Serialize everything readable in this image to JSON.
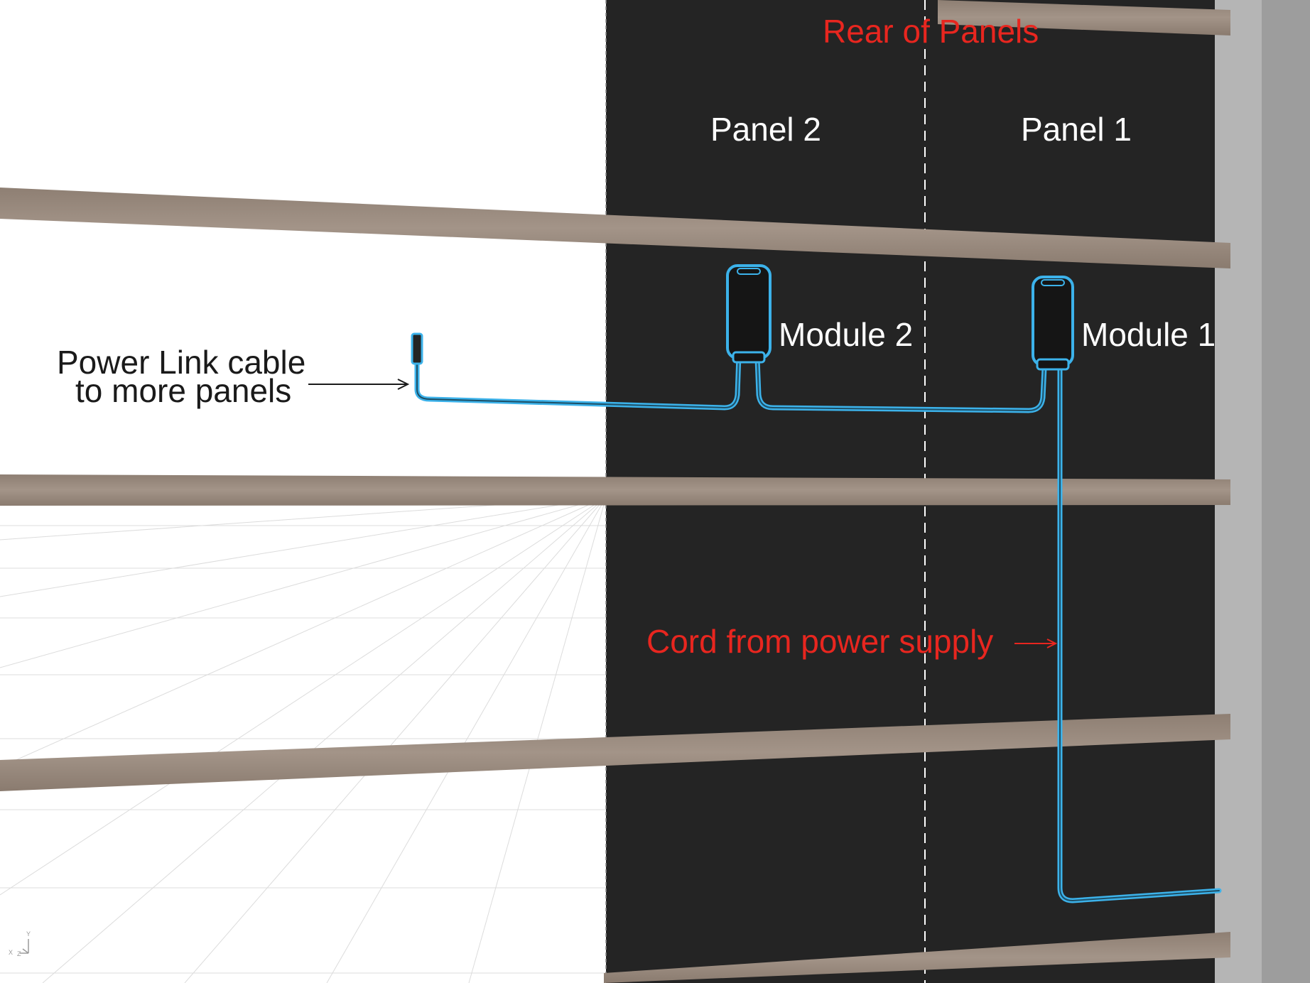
{
  "header": {
    "rear_label": "Rear of Panels"
  },
  "panels": {
    "panel_2_label": "Panel 2",
    "panel_1_label": "Panel 1"
  },
  "modules": {
    "module_2_label": "Module 2",
    "module_1_label": "Module 1"
  },
  "callouts": {
    "power_link_line1": "Power Link cable",
    "power_link_line2": "to more panels",
    "cord_label": "Cord from power supply"
  },
  "axis_indicator": {
    "y_label": "Y",
    "x_label": "X",
    "z_label": "Z"
  },
  "colors": {
    "panel_fill": "#242424",
    "wood": "#9e8f83",
    "cable": "#3cb2ea",
    "callout_red": "#e8261f",
    "wall": "#b5b5b5",
    "grid": "#d9d9d9"
  }
}
